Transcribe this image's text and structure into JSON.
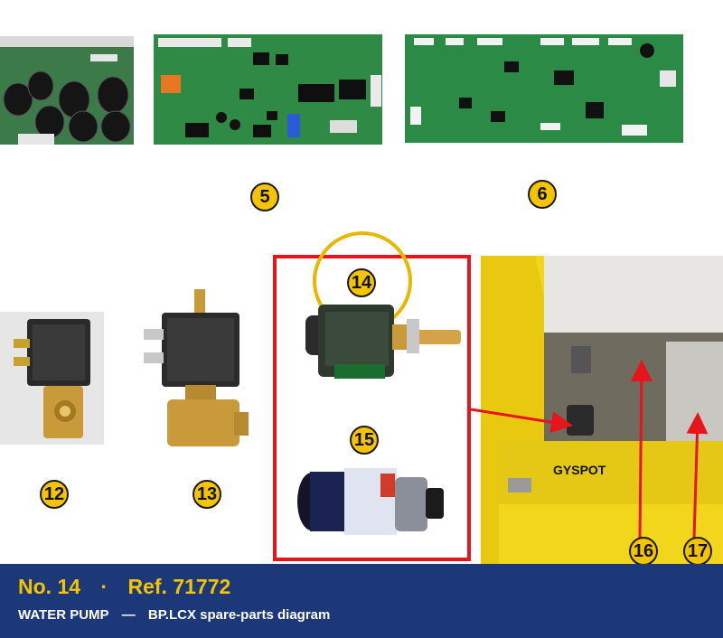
{
  "badges": {
    "b5": "5",
    "b6": "6",
    "b12": "12",
    "b13": "13",
    "b14": "14",
    "b15": "15",
    "b16": "16",
    "b17": "17"
  },
  "colors": {
    "badge": "#f5c400",
    "highlight_frame": "#e8141b",
    "highlight_ring": "#e6b800",
    "footer_bg": "#1c3878",
    "footer_title": "#f5c400",
    "machine_body": "#f2d61c"
  },
  "machine": {
    "brand": "GYSPOT"
  },
  "footer": {
    "number": "No. 14",
    "separator": "·",
    "reference": "Ref. 71772",
    "part_name": "WATER PUMP",
    "dash": "—",
    "diagram_name": "BP.LCX spare-parts diagram"
  }
}
